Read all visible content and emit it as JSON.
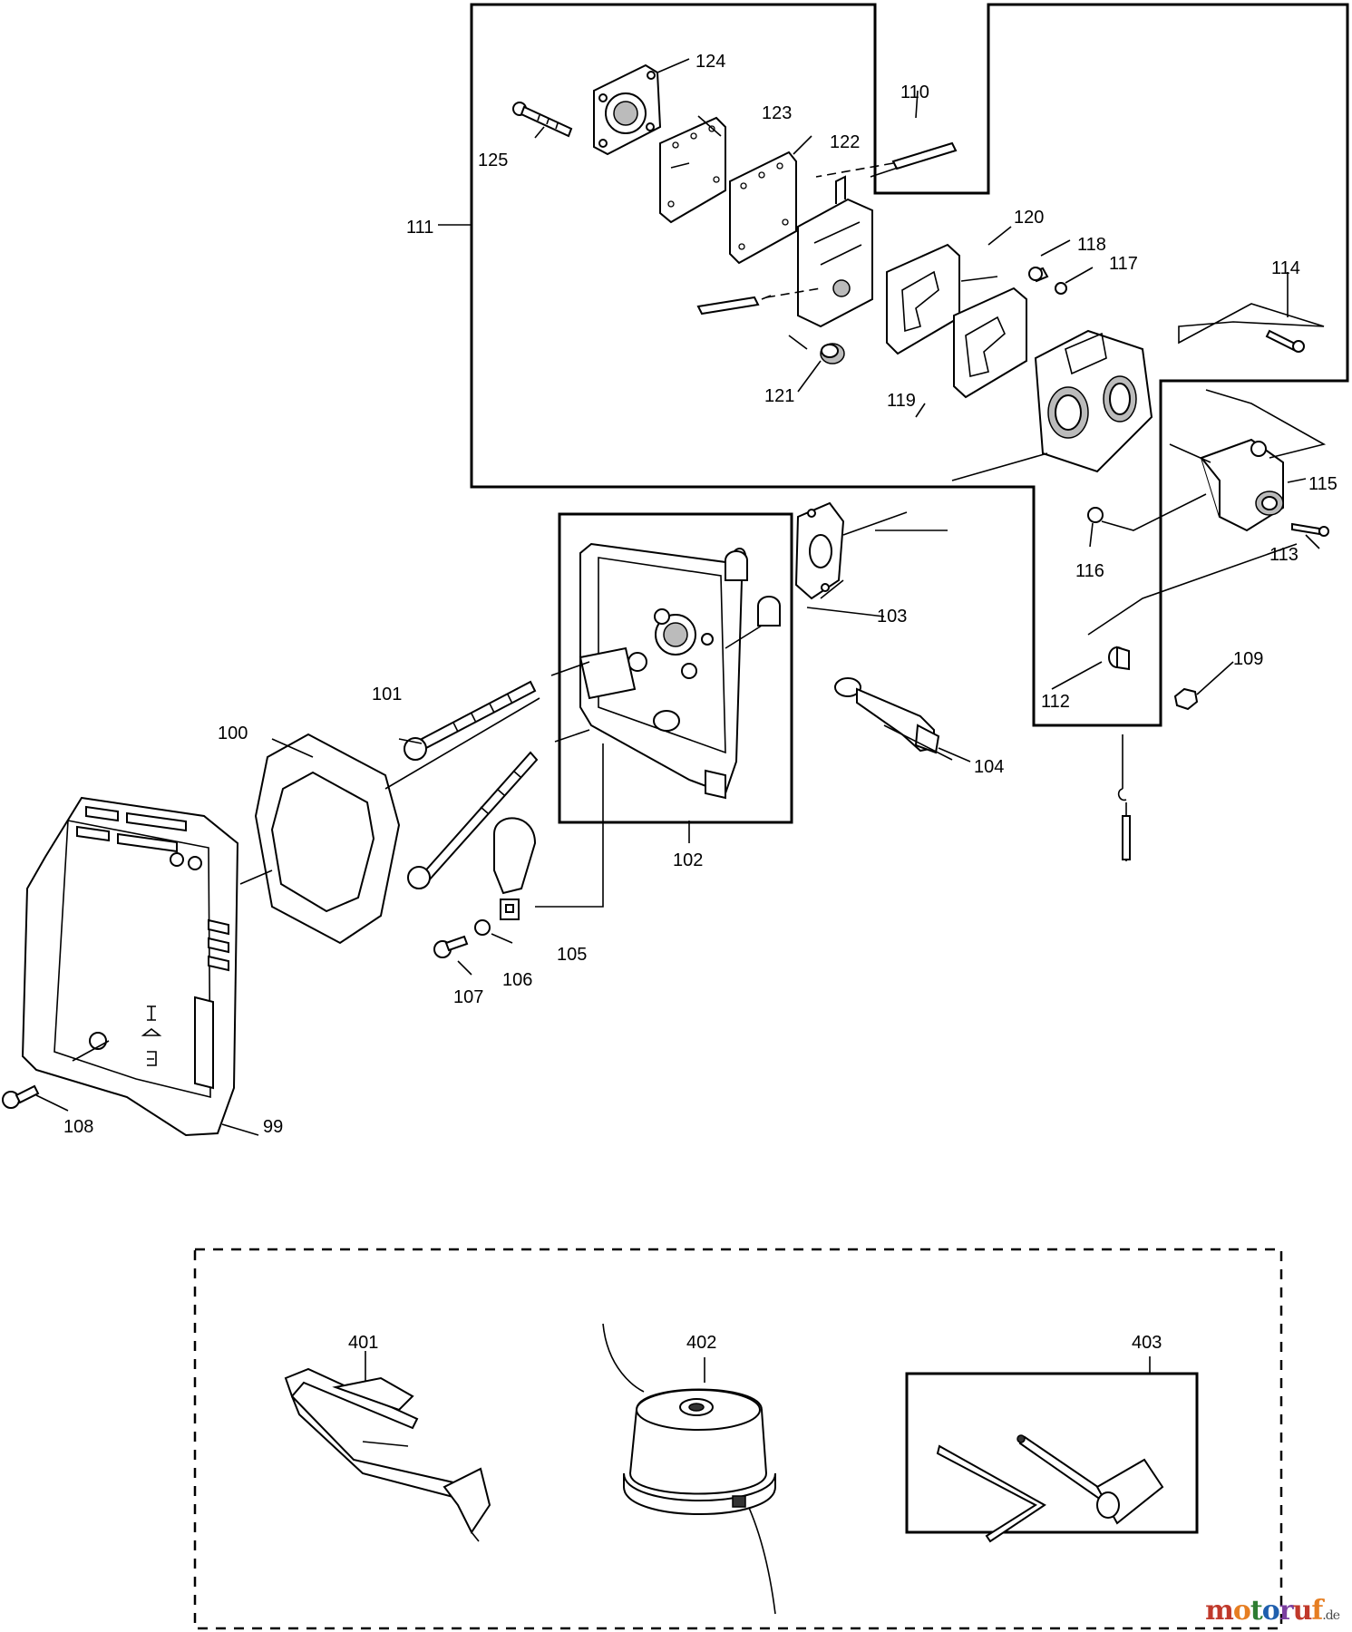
{
  "labels": {
    "p99": "99",
    "p100": "100",
    "p101": "101",
    "p102": "102",
    "p103": "103",
    "p104": "104",
    "p105": "105",
    "p106": "106",
    "p107": "107",
    "p108": "108",
    "p109": "109",
    "p110": "110",
    "p111": "111",
    "p112": "112",
    "p113": "113",
    "p114": "114",
    "p115": "115",
    "p116": "116",
    "p117": "117",
    "p118": "118",
    "p119": "119",
    "p120": "120",
    "p121": "121",
    "p122": "122",
    "p123": "123",
    "p124": "124",
    "p125": "125",
    "p401": "401",
    "p402": "402",
    "p403": "403"
  },
  "watermark": {
    "brand": "motoruf",
    "tld": ".de",
    "colors": [
      "#c0392b",
      "#e67e22",
      "#2e7d32",
      "#1f5fae",
      "#7b3fa0"
    ]
  }
}
